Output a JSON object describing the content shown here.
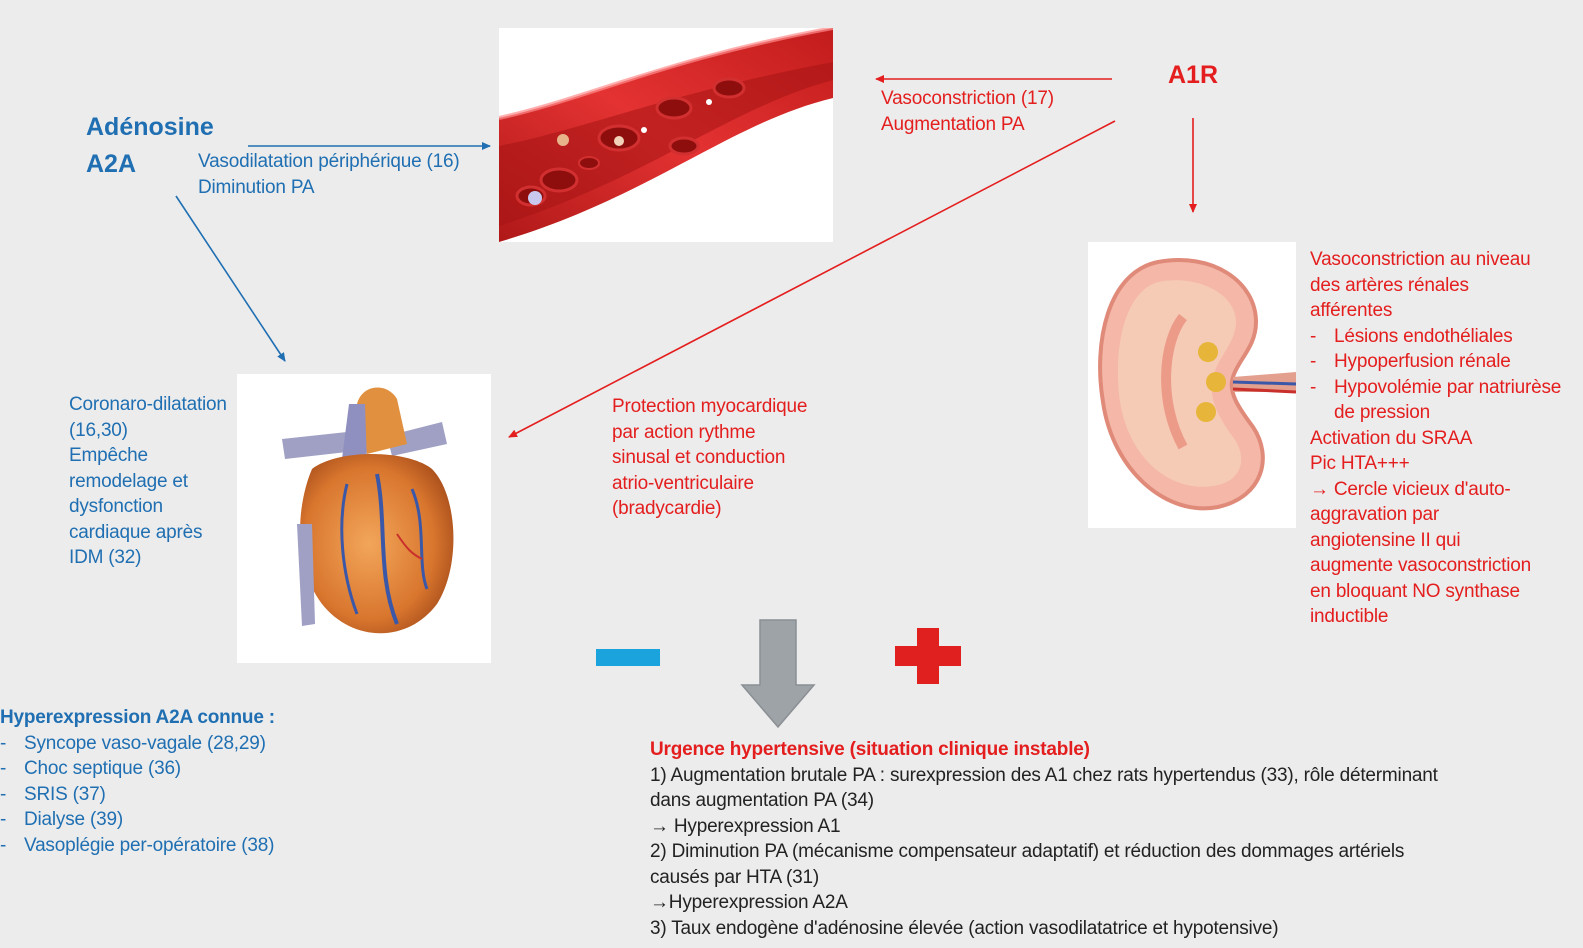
{
  "adenosine": {
    "title_line1": "Adénosine",
    "title_line2": "A2A"
  },
  "a2a_vessel": {
    "line1": "Vasodilatation périphérique (16)",
    "line2": "Diminution PA"
  },
  "a1r": {
    "title": "A1R"
  },
  "a1r_vessel": {
    "line1": "Vasoconstriction (17)",
    "line2": "Augmentation PA"
  },
  "heart_left": {
    "lines": [
      "Coronaro-dilatation",
      "(16,30)",
      "Empêche",
      "remodelage et",
      "dysfonction",
      "cardiaque après",
      "IDM (32)"
    ]
  },
  "heart_right": {
    "lines": [
      "Protection myocardique",
      "par action rythme",
      "sinusal et conduction",
      "atrio-ventriculaire",
      "(bradycardie)"
    ]
  },
  "kidney_text": {
    "intro": [
      "Vasoconstriction au niveau",
      "des artères rénales",
      "afférentes"
    ],
    "items": [
      "Lésions endothéliales",
      "Hypoperfusion rénale",
      "Hypovolémie par natriurèse de pression"
    ],
    "after": [
      "Activation du SRAA",
      "Pic HTA+++",
      "→ Cercle vicieux d'auto-",
      "aggravation par",
      "angiotensine II qui",
      "augmente vasoconstriction",
      "en bloquant NO synthase",
      "inductible"
    ]
  },
  "hyperexpression": {
    "title": "Hyperexpression A2A connue :",
    "items": [
      "Syncope vaso-vagale (28,29)",
      "Choc septique (36)",
      "SRIS (37)",
      "Dialyse (39)",
      "Vasoplégie per-opératoire (38)"
    ]
  },
  "urgence": {
    "title": "Urgence hypertensive (situation clinique instable)",
    "lines": [
      "1) Augmentation brutale PA : surexpression des A1 chez rats hypertendus (33), rôle déterminant",
      "dans augmentation PA (34)",
      "→ Hyperexpression A1",
      "2) Diminution PA (mécanisme compensateur adaptatif) et réduction des dommages artériels",
      "causés par HTA (31)",
      "→Hyperexpression A2A",
      "3) Taux endogène d'adénosine élevée (action vasodilatatrice et hypotensive)"
    ]
  },
  "colors": {
    "blue": "#1f6fb2",
    "red": "#e41e1e",
    "minus": "#1aa3dc",
    "plus": "#e01f1f",
    "down_arrow": "#9ea3a8"
  }
}
